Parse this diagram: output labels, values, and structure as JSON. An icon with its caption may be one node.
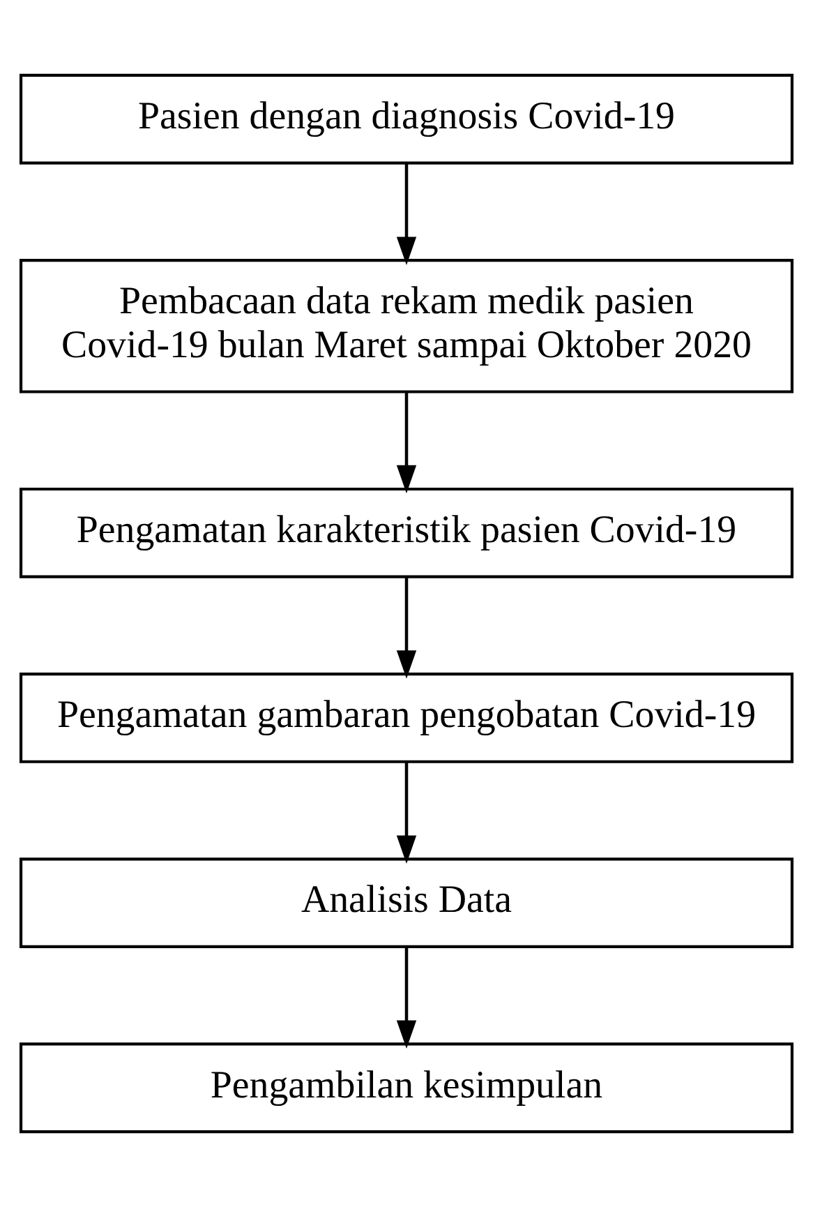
{
  "diagram": {
    "nodes": [
      {
        "text": [
          "Pasien dengan diagnosis Covid-19"
        ]
      },
      {
        "text": [
          "Pembacaan data rekam medik pasien Covid-19 bulan Maret sampai Oktober 2020"
        ]
      },
      {
        "text": [
          "Pengamatan karakteristik pasien Covid-19"
        ]
      },
      {
        "text": [
          "Pengamatan gambaran pengobatan Covid-19"
        ]
      },
      {
        "text": [
          "Analisis Data"
        ]
      },
      {
        "text": [
          "Pengambilan kesimpulan"
        ]
      }
    ],
    "edges": [
      {
        "from": 0,
        "to": 1,
        "arrow": "to"
      },
      {
        "from": 1,
        "to": 2,
        "arrow": "to"
      },
      {
        "from": 2,
        "to": 3,
        "arrow": "to"
      },
      {
        "from": 3,
        "to": 4,
        "arrow": "to"
      },
      {
        "from": 4,
        "to": 5,
        "arrow": "to"
      }
    ]
  }
}
